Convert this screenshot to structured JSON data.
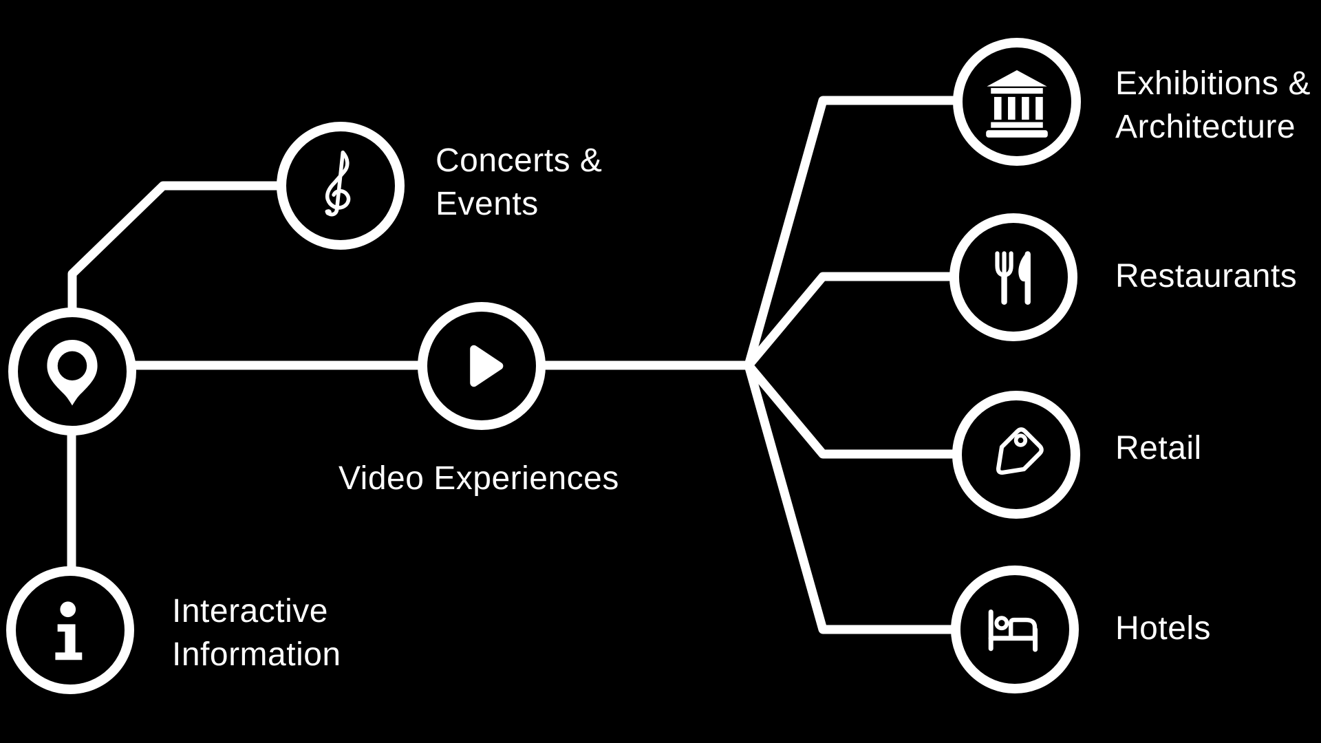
{
  "colors": {
    "background": "#000000",
    "line": "#ffffff",
    "text": "#ffffff"
  },
  "diagram": {
    "nodes": [
      {
        "id": "location",
        "icon": "map-pin-icon",
        "label": ""
      },
      {
        "id": "concerts",
        "icon": "treble-clef-icon",
        "label": "Concerts &\nEvents"
      },
      {
        "id": "video",
        "icon": "play-icon",
        "label": "Video Experiences"
      },
      {
        "id": "info",
        "icon": "info-icon",
        "label": "Interactive\nInformation"
      },
      {
        "id": "exhibitions",
        "icon": "museum-icon",
        "label": "Exhibitions &\nArchitecture"
      },
      {
        "id": "restaurants",
        "icon": "fork-knife-icon",
        "label": "Restaurants"
      },
      {
        "id": "retail",
        "icon": "price-tag-icon",
        "label": "Retail"
      },
      {
        "id": "hotels",
        "icon": "bed-icon",
        "label": "Hotels"
      }
    ],
    "edges": [
      {
        "from": "location",
        "to": "concerts"
      },
      {
        "from": "location",
        "to": "video"
      },
      {
        "from": "location",
        "to": "info"
      },
      {
        "from": "video",
        "to": "hub"
      },
      {
        "from": "hub",
        "to": "exhibitions"
      },
      {
        "from": "hub",
        "to": "restaurants"
      },
      {
        "from": "hub",
        "to": "retail"
      },
      {
        "from": "hub",
        "to": "hotels"
      }
    ]
  }
}
